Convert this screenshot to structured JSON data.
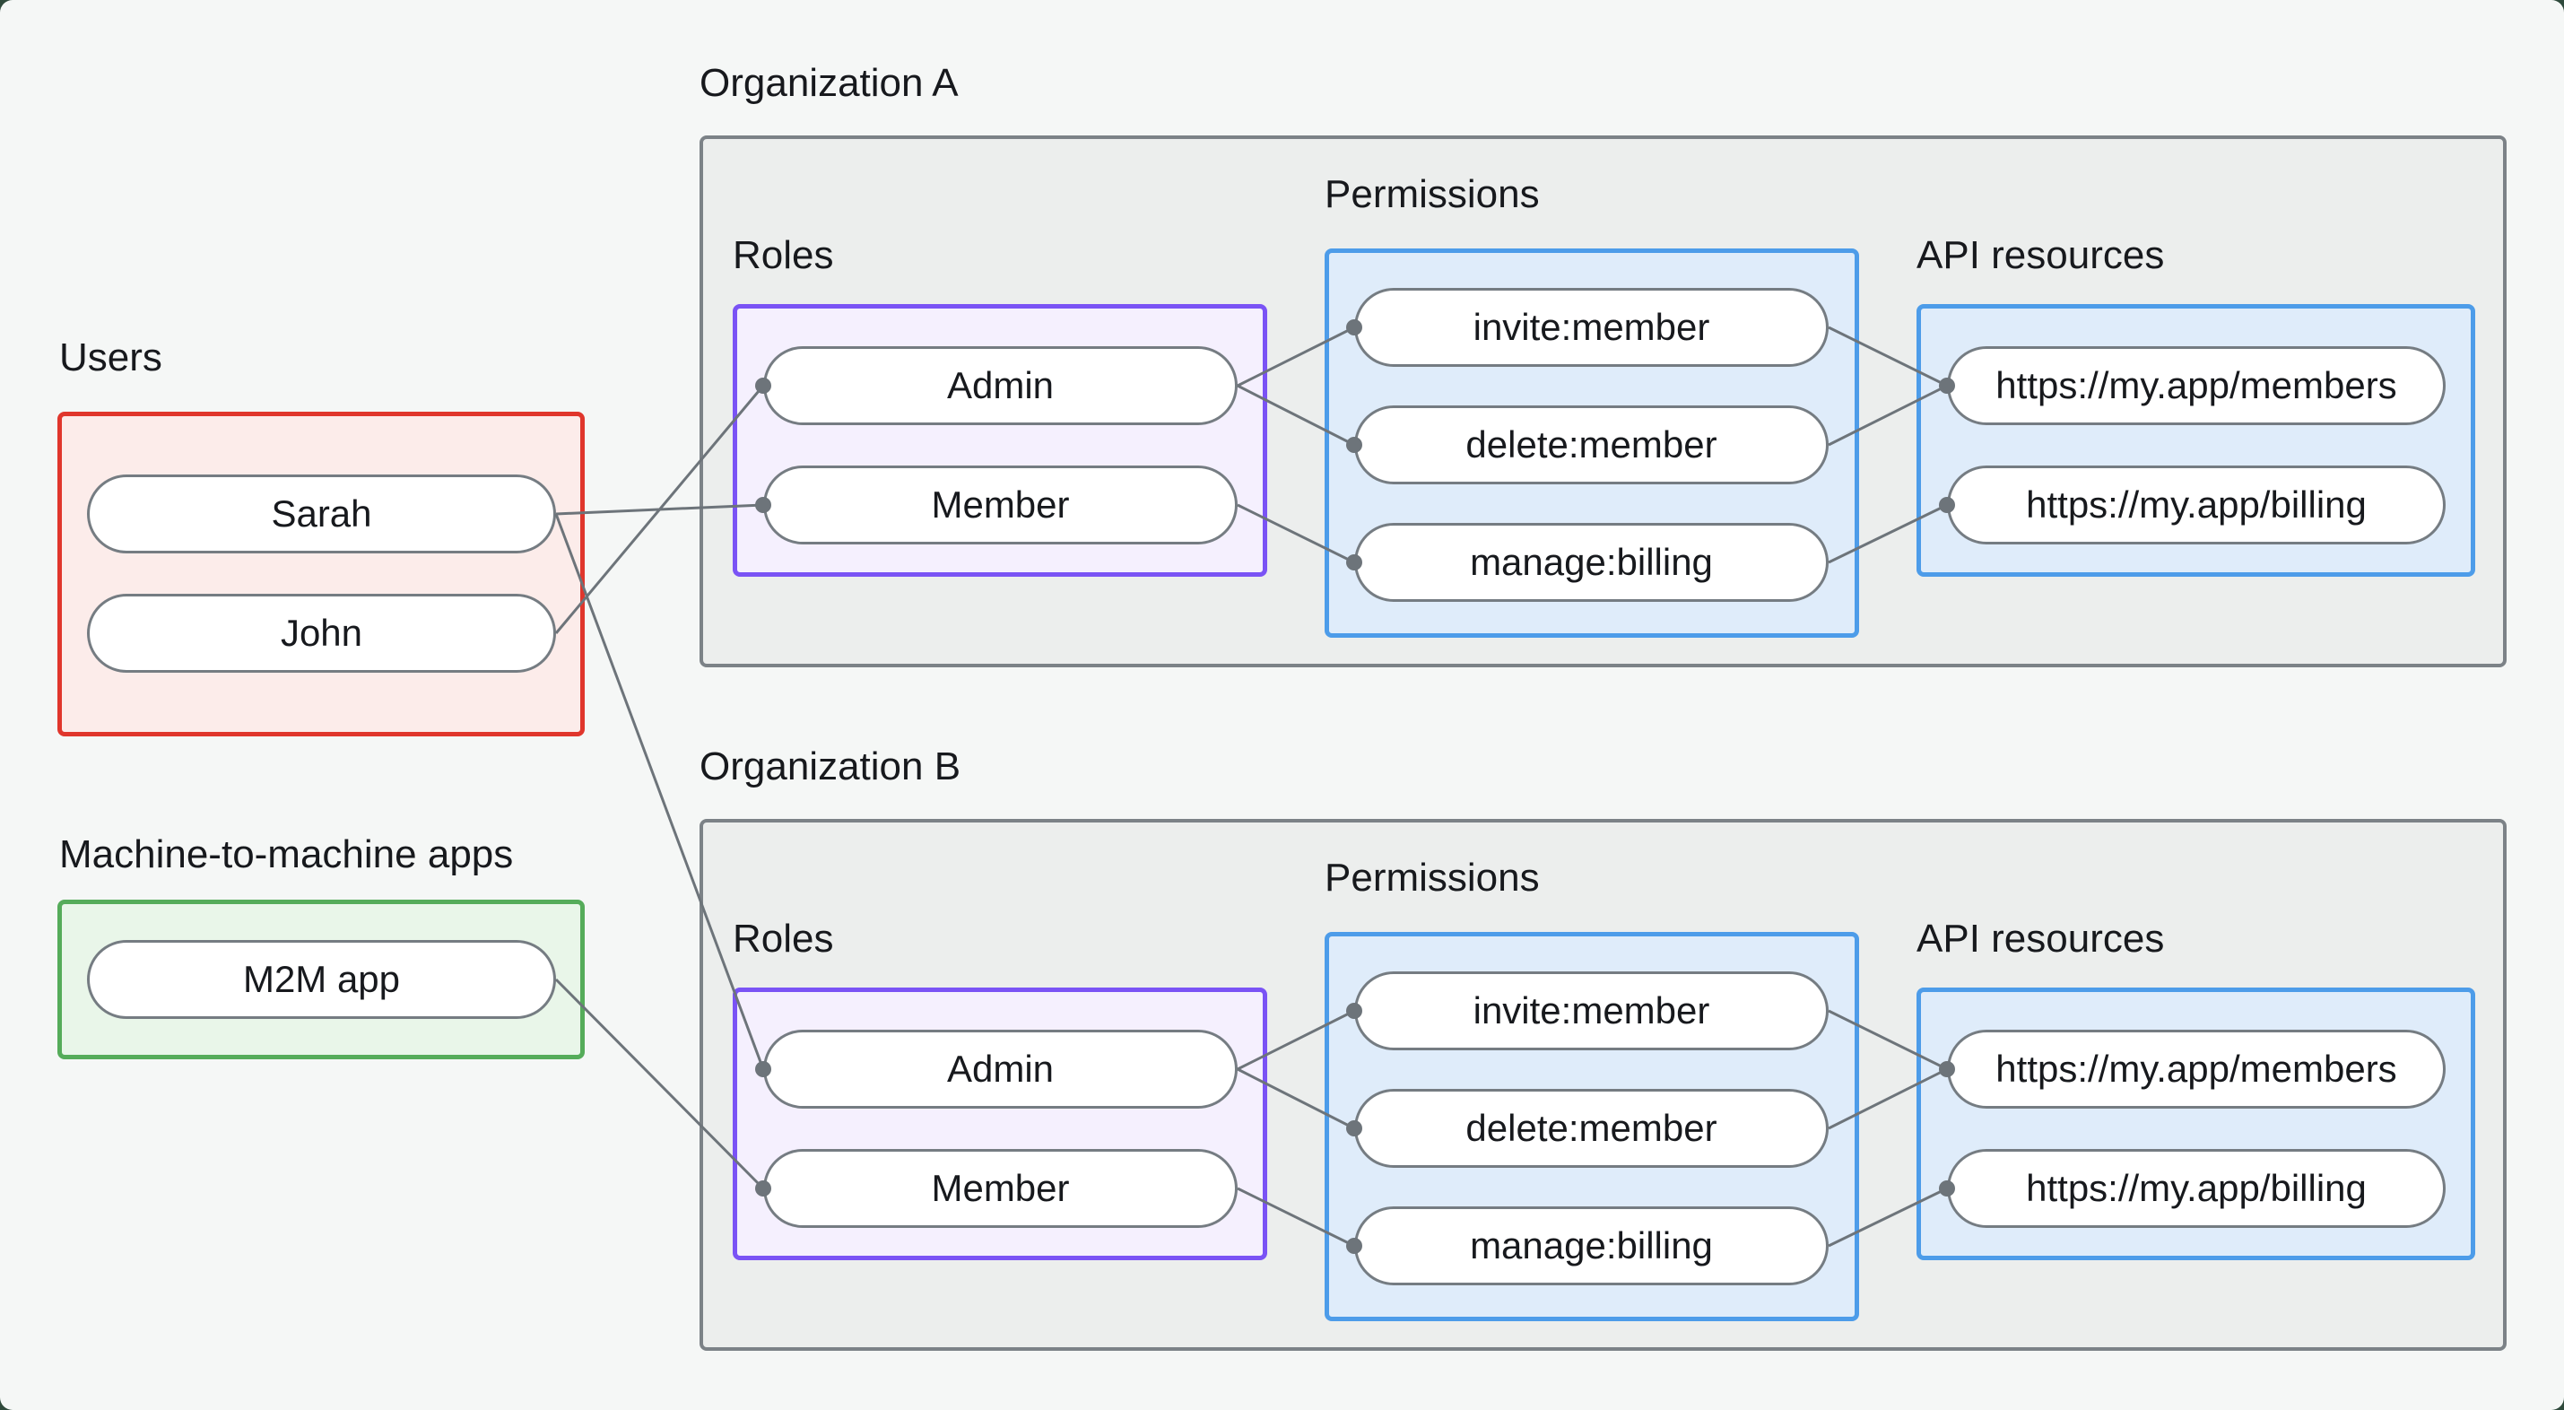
{
  "canvas": {
    "backdrop_color": "#2f4a3c",
    "surface_color": "#f5f7f6"
  },
  "palette": {
    "line": "#6d747a",
    "pill_border": "#757c82",
    "text": "#17191d",
    "org_fill": "#eceeed",
    "org_border": "#7c8287",
    "red_border": "#e0362c",
    "red_fill": "#fcecea",
    "green_border": "#55ac5a",
    "green_fill": "#e9f6e9",
    "purple_border": "#7a53f5",
    "purple_fill": "#f5f0fe",
    "blue_border": "#4d9ce9",
    "blue_fill": "#dfecfa"
  },
  "left": {
    "users": {
      "label": "Users",
      "nodes": [
        {
          "label": "Sarah"
        },
        {
          "label": "John"
        }
      ]
    },
    "m2m": {
      "label": "Machine-to-machine apps",
      "nodes": [
        {
          "label": "M2M app"
        }
      ]
    }
  },
  "orgs": [
    {
      "label": "Organization A",
      "roles": {
        "label": "Roles",
        "nodes": [
          {
            "label": "Admin"
          },
          {
            "label": "Member"
          }
        ]
      },
      "permissions": {
        "label": "Permissions",
        "nodes": [
          {
            "label": "invite:member"
          },
          {
            "label": "delete:member"
          },
          {
            "label": "manage:billing"
          }
        ]
      },
      "api": {
        "label": "API resources",
        "nodes": [
          {
            "label": "https://my.app/members"
          },
          {
            "label": "https://my.app/billing"
          }
        ]
      }
    },
    {
      "label": "Organization B",
      "roles": {
        "label": "Roles",
        "nodes": [
          {
            "label": "Admin"
          },
          {
            "label": "Member"
          }
        ]
      },
      "permissions": {
        "label": "Permissions",
        "nodes": [
          {
            "label": "invite:member"
          },
          {
            "label": "delete:member"
          },
          {
            "label": "manage:billing"
          }
        ]
      },
      "api": {
        "label": "API resources",
        "nodes": [
          {
            "label": "https://my.app/members"
          },
          {
            "label": "https://my.app/billing"
          }
        ]
      }
    }
  ],
  "connections": [
    {
      "from": "Sarah",
      "to": "Organization A / Member"
    },
    {
      "from": "John",
      "to": "Organization A / Admin"
    },
    {
      "from": "Sarah",
      "to": "Organization B / Admin"
    },
    {
      "from": "M2M app",
      "to": "Organization B / Member"
    },
    {
      "from": "Organization A / Admin",
      "to": "Organization A / invite:member"
    },
    {
      "from": "Organization A / Admin",
      "to": "Organization A / delete:member"
    },
    {
      "from": "Organization A / Member",
      "to": "Organization A / manage:billing"
    },
    {
      "from": "Organization A / invite:member",
      "to": "Organization A / https://my.app/members"
    },
    {
      "from": "Organization A / delete:member",
      "to": "Organization A / https://my.app/members"
    },
    {
      "from": "Organization A / manage:billing",
      "to": "Organization A / https://my.app/billing"
    },
    {
      "from": "Organization B / Admin",
      "to": "Organization B / invite:member"
    },
    {
      "from": "Organization B / Admin",
      "to": "Organization B / delete:member"
    },
    {
      "from": "Organization B / Member",
      "to": "Organization B / manage:billing"
    },
    {
      "from": "Organization B / invite:member",
      "to": "Organization B / https://my.app/members"
    },
    {
      "from": "Organization B / delete:member",
      "to": "Organization B / https://my.app/members"
    },
    {
      "from": "Organization B / manage:billing",
      "to": "Organization B / https://my.app/billing"
    }
  ]
}
